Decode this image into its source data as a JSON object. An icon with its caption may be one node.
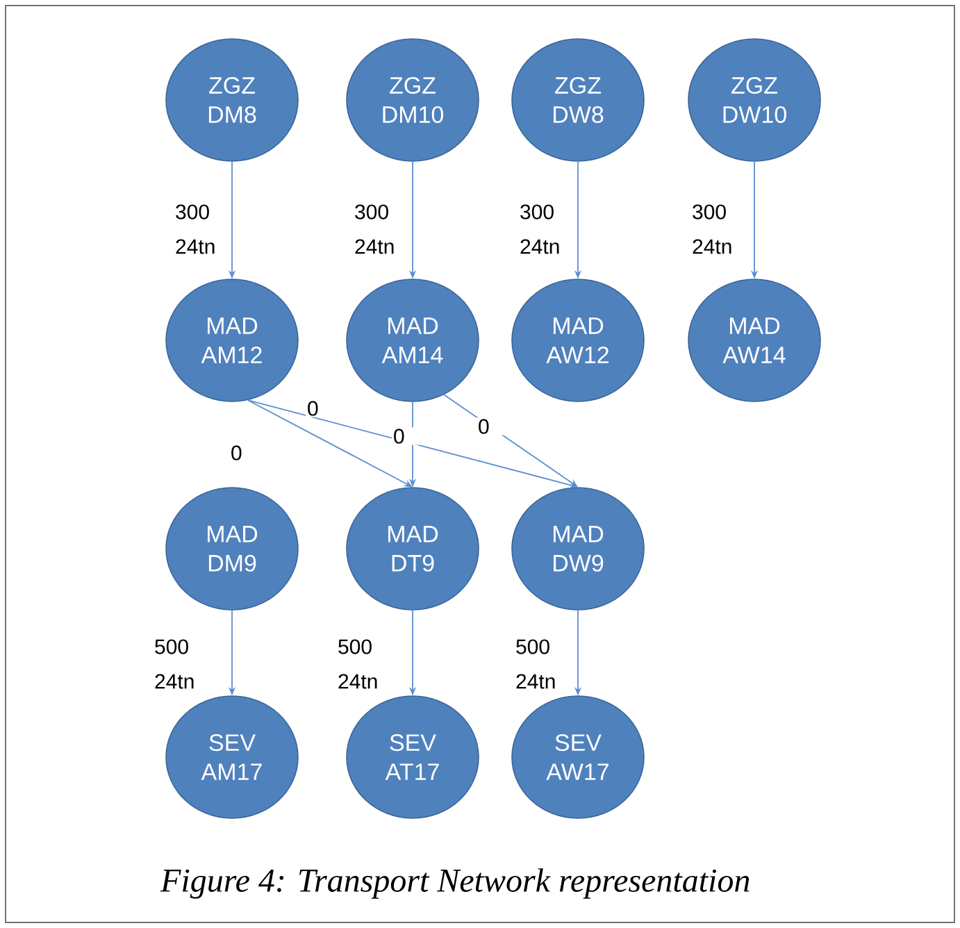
{
  "diagram": {
    "caption": "Figure 4: Transport Network representation",
    "nodes": [
      {
        "text": [
          "ZGZ DM8"
        ]
      },
      {
        "text": [
          "ZGZ DM10"
        ]
      },
      {
        "text": [
          "ZGZ DW8"
        ]
      },
      {
        "text": [
          "ZGZ DW10"
        ]
      },
      {
        "text": [
          "MAD AM12"
        ]
      },
      {
        "text": [
          "MAD AM14"
        ]
      },
      {
        "text": [
          "MAD AW12"
        ]
      },
      {
        "text": [
          "MAD AW14"
        ]
      },
      {
        "text": [
          "MAD DM9"
        ]
      },
      {
        "text": [
          "MAD DT9"
        ]
      },
      {
        "text": [
          "MAD DW9"
        ]
      },
      {
        "text": [
          "SEV AM17"
        ]
      },
      {
        "text": [
          "SEV AT17"
        ]
      },
      {
        "text": [
          "SEV AW17"
        ]
      }
    ],
    "edges": [
      {
        "from": 0,
        "to": 4,
        "arrow": "to",
        "label": "300 24tn"
      },
      {
        "from": 1,
        "to": 5,
        "arrow": "to",
        "label": "300 24tn"
      },
      {
        "from": 2,
        "to": 6,
        "arrow": "to",
        "label": "300 24tn"
      },
      {
        "from": 3,
        "to": 7,
        "arrow": "to",
        "label": "300 24tn"
      },
      {
        "from": 4,
        "to": 9,
        "arrow": "to",
        "label": "0"
      },
      {
        "from": 4,
        "to": 10,
        "arrow": "to",
        "label": "0"
      },
      {
        "from": 5,
        "to": 9,
        "arrow": "to",
        "label": "0"
      },
      {
        "from": 5,
        "to": 10,
        "arrow": "to",
        "label": "0"
      },
      {
        "from": 8,
        "to": 11,
        "arrow": "to",
        "label": "500 24tn"
      },
      {
        "from": 9,
        "to": 12,
        "arrow": "to",
        "label": "500 24tn"
      },
      {
        "from": 10,
        "to": 13,
        "arrow": "to",
        "label": "500 24tn"
      }
    ]
  }
}
